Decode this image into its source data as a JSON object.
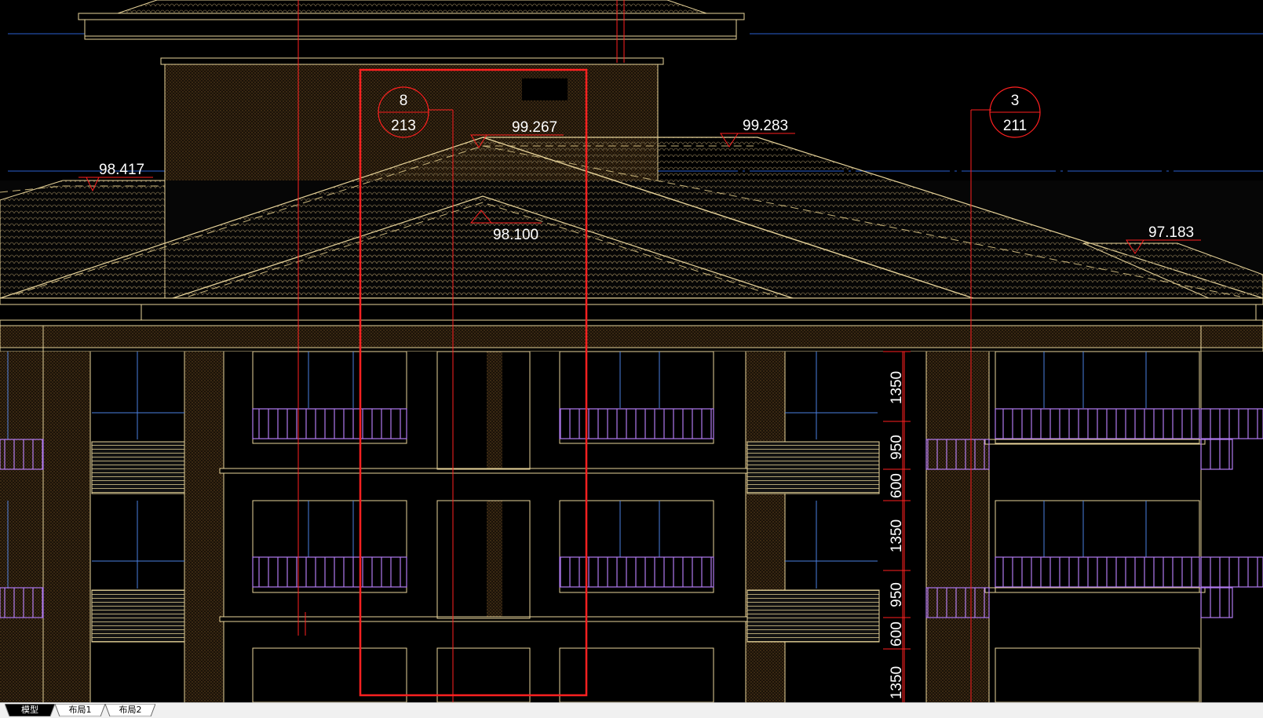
{
  "elevation_marks": {
    "e1": "98.417",
    "e2": "99.267",
    "e3": "99.283",
    "e4": "98.100",
    "e5": "97.183"
  },
  "detail_callouts": [
    {
      "top": "8",
      "bottom": "213"
    },
    {
      "top": "3",
      "bottom": "211"
    }
  ],
  "dimensions": [
    "1350",
    "950",
    "600",
    "1350",
    "950",
    "600",
    "1350"
  ],
  "tabs": [
    {
      "label": "模型",
      "active": true
    },
    {
      "label": "布局1",
      "active": false
    },
    {
      "label": "布局2",
      "active": false
    }
  ],
  "colors": {
    "background": "#000000",
    "outline": "#e8d49a",
    "roof_hatch": "#7a6a4a",
    "wall_hatch": "#5a4020",
    "axis_blue": "#2a5fd0",
    "window_blue": "#4a7fe0",
    "railing_purple": "#b07af0",
    "annotation_red": "#ff2020",
    "text_white": "#ffffff"
  }
}
